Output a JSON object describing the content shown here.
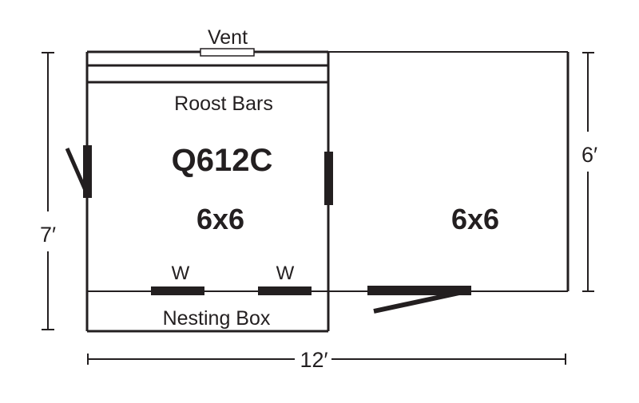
{
  "diagram": {
    "type": "floor-plan",
    "title": "Q612C",
    "colors": {
      "ink": "#231f20",
      "background": "#ffffff"
    },
    "labels": {
      "vent": "Vent",
      "roost_bars": "Roost Bars",
      "model": "Q612C",
      "coop_size": "6x6",
      "run_size": "6x6",
      "window_left": "W",
      "window_right": "W",
      "nesting_box": "Nesting Box"
    },
    "dimensions": {
      "left_height": "7′",
      "right_height": "6′",
      "total_width": "12′"
    },
    "elements": [
      {
        "name": "coop",
        "label": "6x6",
        "contains": [
          "roost-bars",
          "vent",
          "nesting-box",
          "two windows",
          "side door",
          "partition door"
        ]
      },
      {
        "name": "run",
        "label": "6x6",
        "contains": [
          "run door"
        ]
      }
    ]
  }
}
